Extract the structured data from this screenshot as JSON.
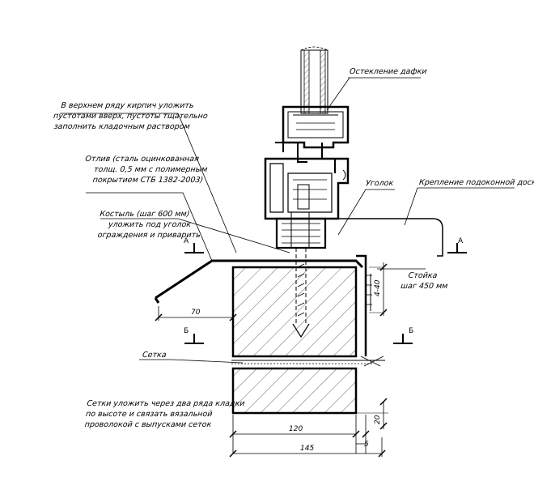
{
  "labels": {
    "glazing": "Остекление дафки",
    "top_row": [
      "В верхнем ряду кирпич уложить",
      "пустотами вверх, пустоты тщательно",
      "заполнить кладочным раствором"
    ],
    "flashing": [
      "Отлив (сталь оцинкованная",
      "толщ. 0,5 мм с полимерным",
      "покрытием СТБ 1382-2003)"
    ],
    "angle": "Уголок",
    "sill_board": "Крепление подоконной доски",
    "crutch": [
      "Костыль (шаг 600 мм)",
      "уложить под уголок",
      "ограждения и приварить"
    ],
    "post": [
      "Стойка",
      "шаг 450 мм"
    ],
    "mesh": "Сетка",
    "mesh_note": [
      "Сетки уложить через два ряда кладки",
      "по высоте и связать вязальной",
      "проволокой с выпусками сеток"
    ]
  },
  "dimensions": {
    "d70": "70",
    "d40": "4-40",
    "d120": "120",
    "d20": "20",
    "d5": "5",
    "d145": "145"
  },
  "sections": {
    "a_left": "А",
    "a_right": "А",
    "b_left": "Б",
    "b_right": "Б"
  }
}
